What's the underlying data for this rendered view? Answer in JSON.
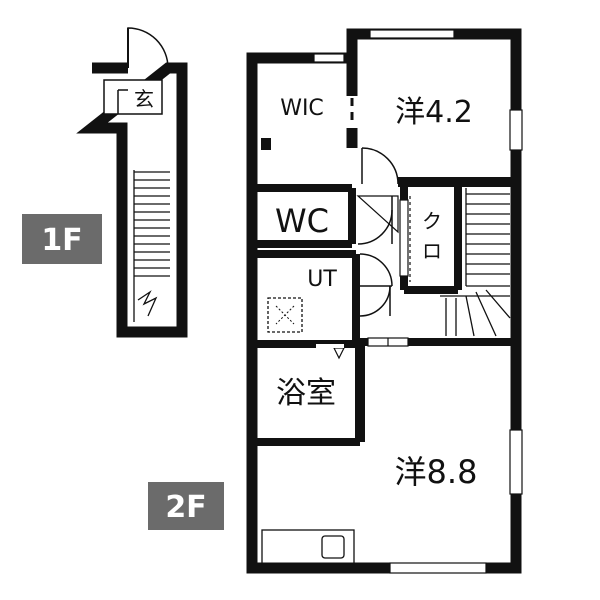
{
  "floors": {
    "first": {
      "badge": "1F",
      "rooms": {
        "entrance": "玄"
      }
    },
    "second": {
      "badge": "2F",
      "rooms": {
        "wic": "WIC",
        "bedroom_small": "洋4.2",
        "toilet": "WC",
        "closet": "クロ",
        "utility": "UT",
        "bathroom": "浴室",
        "bedroom_large": "洋8.8"
      }
    }
  },
  "colors": {
    "wall": "#111111",
    "badge_bg": "#6b6b6b",
    "window": "#ffffff"
  }
}
